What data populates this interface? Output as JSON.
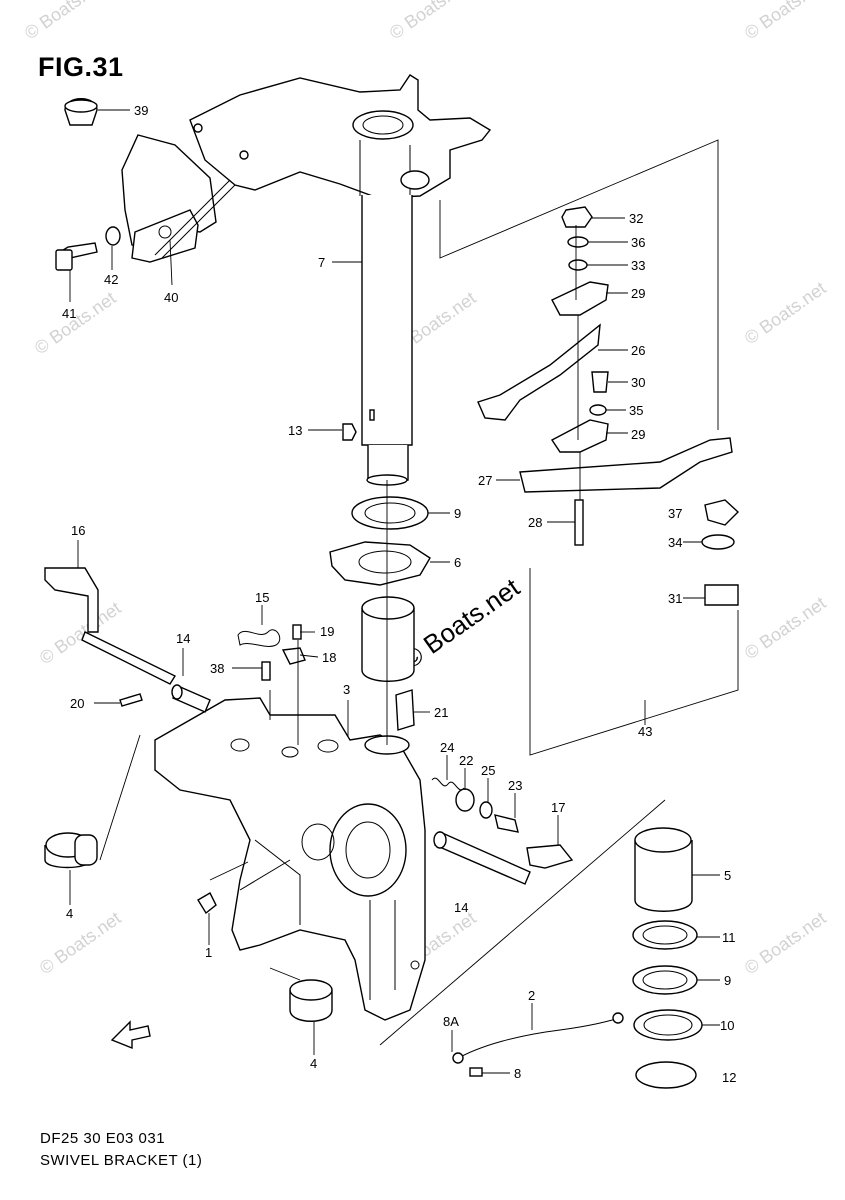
{
  "figure": {
    "title": "FIG.31"
  },
  "footer": {
    "code": "DF25 30 E03  031",
    "caption": "SWIVEL BRACKET (1)"
  },
  "watermark": {
    "small": "© Boats.net",
    "main": "© Boats.net"
  },
  "callouts": [
    {
      "id": "39",
      "text": "39"
    },
    {
      "id": "41",
      "text": "41"
    },
    {
      "id": "42",
      "text": "42"
    },
    {
      "id": "40",
      "text": "40"
    },
    {
      "id": "7",
      "text": "7"
    },
    {
      "id": "13",
      "text": "13"
    },
    {
      "id": "9a",
      "text": "9"
    },
    {
      "id": "6",
      "text": "6"
    },
    {
      "id": "32",
      "text": "32"
    },
    {
      "id": "36",
      "text": "36"
    },
    {
      "id": "33",
      "text": "33"
    },
    {
      "id": "29a",
      "text": "29"
    },
    {
      "id": "26",
      "text": "26"
    },
    {
      "id": "30",
      "text": "30"
    },
    {
      "id": "35",
      "text": "35"
    },
    {
      "id": "29b",
      "text": "29"
    },
    {
      "id": "27",
      "text": "27"
    },
    {
      "id": "28",
      "text": "28"
    },
    {
      "id": "37",
      "text": "37"
    },
    {
      "id": "34",
      "text": "34"
    },
    {
      "id": "31",
      "text": "31"
    },
    {
      "id": "16",
      "text": "16"
    },
    {
      "id": "15",
      "text": "15"
    },
    {
      "id": "19",
      "text": "19"
    },
    {
      "id": "14a",
      "text": "14"
    },
    {
      "id": "38",
      "text": "38"
    },
    {
      "id": "18",
      "text": "18"
    },
    {
      "id": "20",
      "text": "20"
    },
    {
      "id": "3",
      "text": "3"
    },
    {
      "id": "21",
      "text": "21"
    },
    {
      "id": "43",
      "text": "43"
    },
    {
      "id": "24",
      "text": "24"
    },
    {
      "id": "22",
      "text": "22"
    },
    {
      "id": "25",
      "text": "25"
    },
    {
      "id": "23",
      "text": "23"
    },
    {
      "id": "17",
      "text": "17"
    },
    {
      "id": "4a",
      "text": "4"
    },
    {
      "id": "1",
      "text": "1"
    },
    {
      "id": "14b",
      "text": "14"
    },
    {
      "id": "5",
      "text": "5"
    },
    {
      "id": "11",
      "text": "11"
    },
    {
      "id": "9b",
      "text": "9"
    },
    {
      "id": "2",
      "text": "2"
    },
    {
      "id": "8A",
      "text": "8A"
    },
    {
      "id": "10",
      "text": "10"
    },
    {
      "id": "8",
      "text": "8"
    },
    {
      "id": "4b",
      "text": "4"
    },
    {
      "id": "12",
      "text": "12"
    }
  ],
  "icons": {
    "front_arrow": "fwd-arrow-icon"
  }
}
